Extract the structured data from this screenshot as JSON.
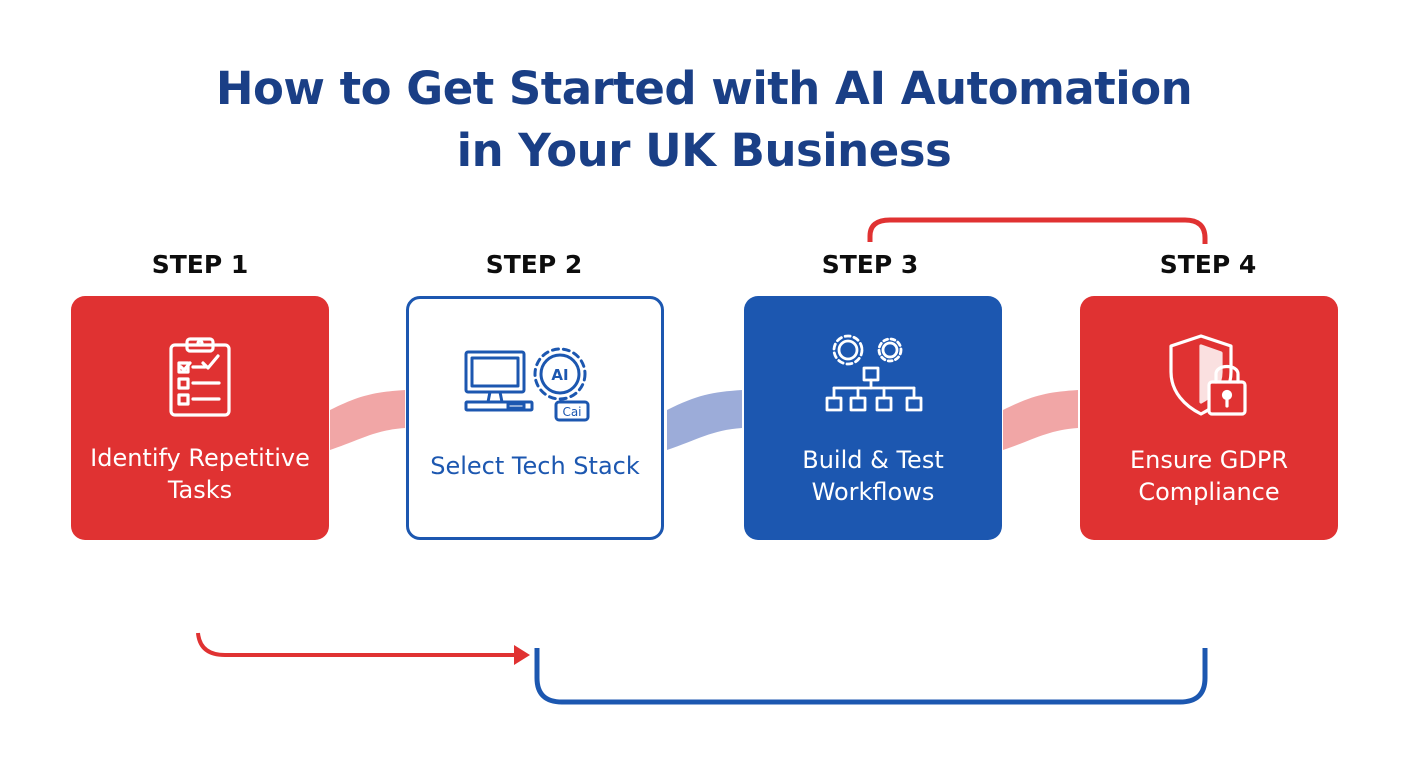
{
  "title": {
    "line1": "How to Get Started with AI Automation",
    "line2": "in Your UK Business"
  },
  "steps": [
    {
      "step": "STEP 1",
      "label": "Identify Repetitive Tasks",
      "icon": "clipboard-checklist-icon",
      "style": "red"
    },
    {
      "step": "STEP 2",
      "label": "Select Tech Stack",
      "icon": "computer-ai-gear-icon",
      "style": "outline"
    },
    {
      "step": "STEP 3",
      "label": "Build & Test Workflows",
      "icon": "gears-workflow-icon",
      "style": "blue"
    },
    {
      "step": "STEP 4",
      "label": "Ensure GDPR Compliance",
      "icon": "shield-lock-icon",
      "style": "red"
    }
  ],
  "icon_text": {
    "ai_badge": "AI",
    "ai_chip": "Cai"
  },
  "colors": {
    "red": "#e03232",
    "blue": "#1c57b0",
    "navy": "#1a3f86"
  }
}
